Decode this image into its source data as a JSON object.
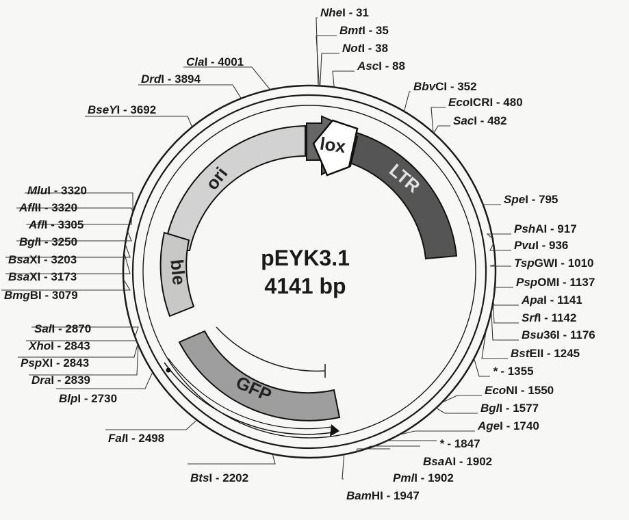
{
  "title": {
    "name": "pEYK3.1",
    "size": "4141 bp"
  },
  "features": [
    {
      "id": "lox",
      "label": "lox"
    },
    {
      "id": "ltr",
      "label": "LTR"
    },
    {
      "id": "ori",
      "label": "ori"
    },
    {
      "id": "ble",
      "label": "ble"
    },
    {
      "id": "gfp",
      "label": "GFP"
    }
  ],
  "sites": [
    {
      "enz": "NheI",
      "pre": "Nhe",
      "post": "I",
      "pos": "31"
    },
    {
      "enz": "BmtI",
      "pre": "Bmt",
      "post": "I",
      "pos": "35"
    },
    {
      "enz": "NotI",
      "pre": "Not",
      "post": "I",
      "pos": "38"
    },
    {
      "enz": "AscI",
      "pre": "Asc",
      "post": "I",
      "pos": "88"
    },
    {
      "enz": "BbvCI",
      "pre": "Bbv",
      "post": "CI",
      "pos": "352"
    },
    {
      "enz": "EcoICRI",
      "pre": "Eco",
      "post": "ICRI",
      "pos": "480"
    },
    {
      "enz": "SacI",
      "pre": "Sac",
      "post": "I",
      "pos": "482"
    },
    {
      "enz": "SpeI",
      "pre": "Spe",
      "post": "I",
      "pos": "795"
    },
    {
      "enz": "PshAI",
      "pre": "Psh",
      "post": "AI",
      "pos": "917"
    },
    {
      "enz": "PvuI",
      "pre": "Pvu",
      "post": "I",
      "pos": "936"
    },
    {
      "enz": "TspGWI",
      "pre": "Tsp",
      "post": "GWI",
      "pos": "1010"
    },
    {
      "enz": "PspOMI",
      "pre": "Psp",
      "post": "OMI",
      "pos": "1137"
    },
    {
      "enz": "ApaI",
      "pre": "Apa",
      "post": "I",
      "pos": "1141"
    },
    {
      "enz": "SrfI",
      "pre": "Srf",
      "post": "I",
      "pos": "1142"
    },
    {
      "enz": "Bsu36I",
      "pre": "Bsu",
      "post": "36I",
      "pos": "1176"
    },
    {
      "enz": "BstEII",
      "pre": "Bst",
      "post": "EII",
      "pos": "1245"
    },
    {
      "enz": "*",
      "pre": "*",
      "post": "",
      "pos": "1355"
    },
    {
      "enz": "EcoNI",
      "pre": "Eco",
      "post": "NI",
      "pos": "1550"
    },
    {
      "enz": "BglI",
      "pre": "Bgl",
      "post": "I",
      "pos": "1577"
    },
    {
      "enz": "AgeI",
      "pre": "Age",
      "post": "I",
      "pos": "1740"
    },
    {
      "enz": "*",
      "pre": "*",
      "post": "",
      "pos": "1847"
    },
    {
      "enz": "BsaAI",
      "pre": "Bsa",
      "post": "AI",
      "pos": "1902"
    },
    {
      "enz": "PmlI",
      "pre": "Pml",
      "post": "I",
      "pos": "1902"
    },
    {
      "enz": "BamHI",
      "pre": "Bam",
      "post": "HI",
      "pos": "1947"
    },
    {
      "enz": "BtsI",
      "pre": "Bts",
      "post": "I",
      "pos": "2202"
    },
    {
      "enz": "FalI",
      "pre": "Fal",
      "post": "I",
      "pos": "2498"
    },
    {
      "enz": "BlpI",
      "pre": "Blp",
      "post": "I",
      "pos": "2730"
    },
    {
      "enz": "DraI",
      "pre": "Dra",
      "post": "I",
      "pos": "2839"
    },
    {
      "enz": "PspXI",
      "pre": "Psp",
      "post": "XI",
      "pos": "2843"
    },
    {
      "enz": "XhoI",
      "pre": "Xho",
      "post": "I",
      "pos": "2843"
    },
    {
      "enz": "SalI",
      "pre": "Sal",
      "post": "I",
      "pos": "2870"
    },
    {
      "enz": "BmgBI",
      "pre": "Bmg",
      "post": "BI",
      "pos": "3079"
    },
    {
      "enz": "BsaXI",
      "pre": "Bsa",
      "post": "XI",
      "pos": "3173"
    },
    {
      "enz": "BsaXI",
      "pre": "Bsa",
      "post": "XI",
      "pos": "3203"
    },
    {
      "enz": "BglI",
      "pre": "Bgl",
      "post": "I",
      "pos": "3250"
    },
    {
      "enz": "AflI",
      "pre": "Afl",
      "post": "I",
      "pos": "3305"
    },
    {
      "enz": "AflII",
      "pre": "Afl",
      "post": "II",
      "pos": "3320"
    },
    {
      "enz": "MluI",
      "pre": "Mlu",
      "post": "I",
      "pos": "3320"
    },
    {
      "enz": "BseYI",
      "pre": "BseY",
      "post": "I",
      "pos": "3692"
    },
    {
      "enz": "DrdI",
      "pre": "Drd",
      "post": "I",
      "pos": "3894"
    },
    {
      "enz": "ClaI",
      "pre": "Cla",
      "post": "I",
      "pos": "4001"
    }
  ],
  "colors": {
    "ltr": "#555555",
    "lox": "#666666",
    "ori": "#d2d2d2",
    "ble": "#c8c8c8",
    "gfp": "#9e9e9e",
    "ring": "#1a1a1a"
  }
}
